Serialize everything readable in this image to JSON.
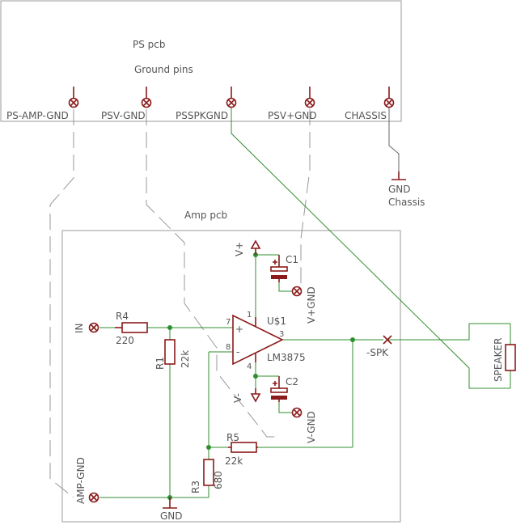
{
  "ps_pcb": {
    "title": "PS pcb",
    "subtitle": "Ground pins",
    "pins": [
      "PS-AMP-GND",
      "PSV-GND",
      "PSSPKGND",
      "PSV+GND",
      "CHASSIS"
    ]
  },
  "gnd_chassis": {
    "line1": "GND",
    "line2": "Chassis"
  },
  "amp_pcb": {
    "title": "Amp pcb",
    "input_label": "IN",
    "amp_gnd_label": "AMP-GND",
    "gnd_label": "GND",
    "vplus_label": "V+",
    "vminus_label": "V-",
    "vplus_gnd_label": "V+GND",
    "vminus_gnd_label": "V-GND",
    "spk_neg_label": "-SPK",
    "speaker_label": "SPEAKER"
  },
  "components": {
    "r4": {
      "name": "R4",
      "value": "220"
    },
    "r1": {
      "name": "R1",
      "value": "22k"
    },
    "r3": {
      "name": "R3",
      "value": "680"
    },
    "r5": {
      "name": "R5",
      "value": "22k"
    },
    "c1": {
      "name": "C1"
    },
    "c2": {
      "name": "C2"
    },
    "u1": {
      "name": "U$1",
      "part": "LM3875",
      "pin_plus": "7",
      "pin_minus": "8",
      "pin_out": "3",
      "pin_vplus": "1",
      "pin_vminus": "4",
      "sign_plus": "+",
      "sign_minus": "-"
    }
  },
  "colors": {
    "wire": "#2f8f2f",
    "component": "#8b1a1a",
    "outline": "#999999",
    "text": "#555555"
  }
}
